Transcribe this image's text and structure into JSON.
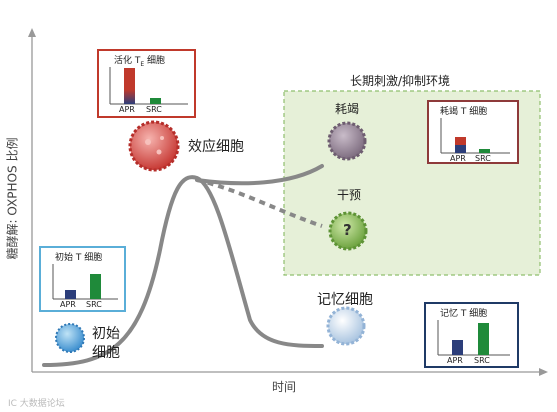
{
  "diagram": {
    "axes": {
      "x_title": "时间",
      "y_title": "糖酵解: OXPHOS 比例"
    },
    "environment_label": "长期刺激/抑制环境",
    "cells": {
      "effector": "效应细胞",
      "exhausted": "耗竭",
      "intervention": "干预",
      "intervention_mark": "?",
      "memory": "记忆细胞",
      "naive_line1": "初始",
      "naive_line2": "细胞"
    },
    "boxes": {
      "effector": {
        "title": "活化 T",
        "title_sub": "E",
        "title_tail": "细胞",
        "apr": "APR",
        "src": "SRC"
      },
      "exhausted": {
        "title": "耗竭 T 细胞",
        "apr": "APR",
        "src": "SRC"
      },
      "naive": {
        "title": "初始 T 细胞",
        "apr": "APR",
        "src": "SRC"
      },
      "memory": {
        "title": "记忆 T 细胞",
        "apr": "APR",
        "src": "SRC"
      }
    },
    "watermark": "IC 大数据论坛",
    "colors": {
      "effector_box": "#c0392b",
      "exhausted_box": "#8e3a3a",
      "naive_box": "#5aaed8",
      "memory_box": "#1f3a66",
      "env_fill": "#e6f0d8",
      "env_border": "#8fbf6e",
      "apr_dark_blue": "#2c3e7a",
      "apr_red": "#c0392b",
      "src_green": "#1f8a3a",
      "curve": "#888888"
    }
  }
}
